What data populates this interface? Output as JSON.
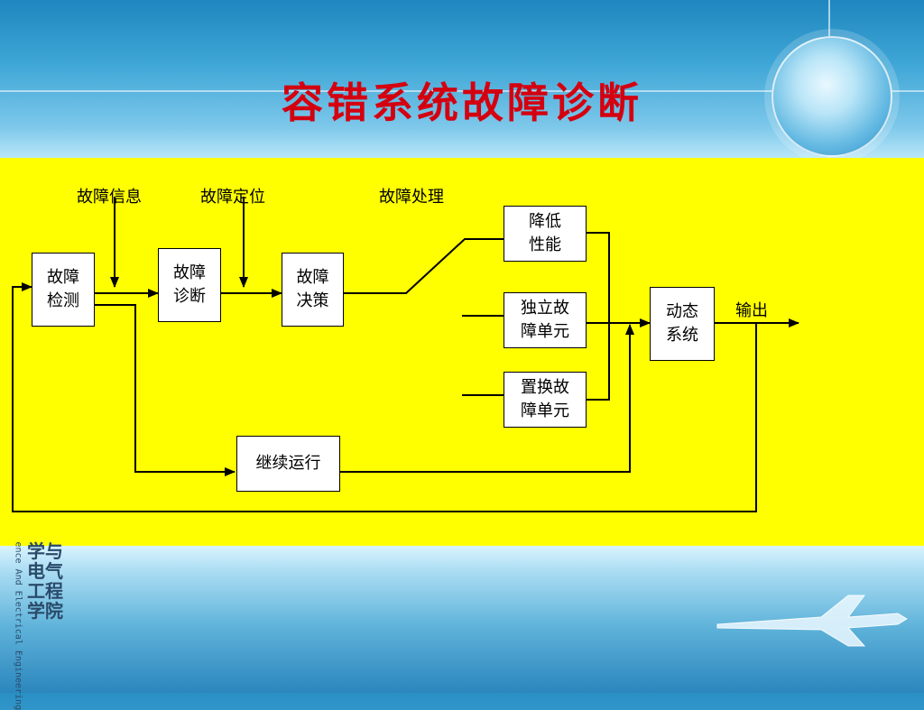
{
  "title": "容错系统故障诊断",
  "labels": {
    "fault_info": "故障信息",
    "fault_locate": "故障定位",
    "fault_handle": "故障处理",
    "output": "输出"
  },
  "boxes": {
    "detect": "故障\n检测",
    "diagnose": "故障\n诊断",
    "decide": "故障\n决策",
    "degrade": "降低\n性能",
    "independent": "独立故\n障单元",
    "replace": "置换故\n障单元",
    "dynamic": "动态\n系统",
    "continue": "继续运行"
  },
  "watermark": {
    "cn": "学与电气工程学院",
    "en": "ence And Electrical Engineering"
  },
  "colors": {
    "title": "#d40010",
    "panel": "#ffff00",
    "box_fill": "#ffffff"
  }
}
